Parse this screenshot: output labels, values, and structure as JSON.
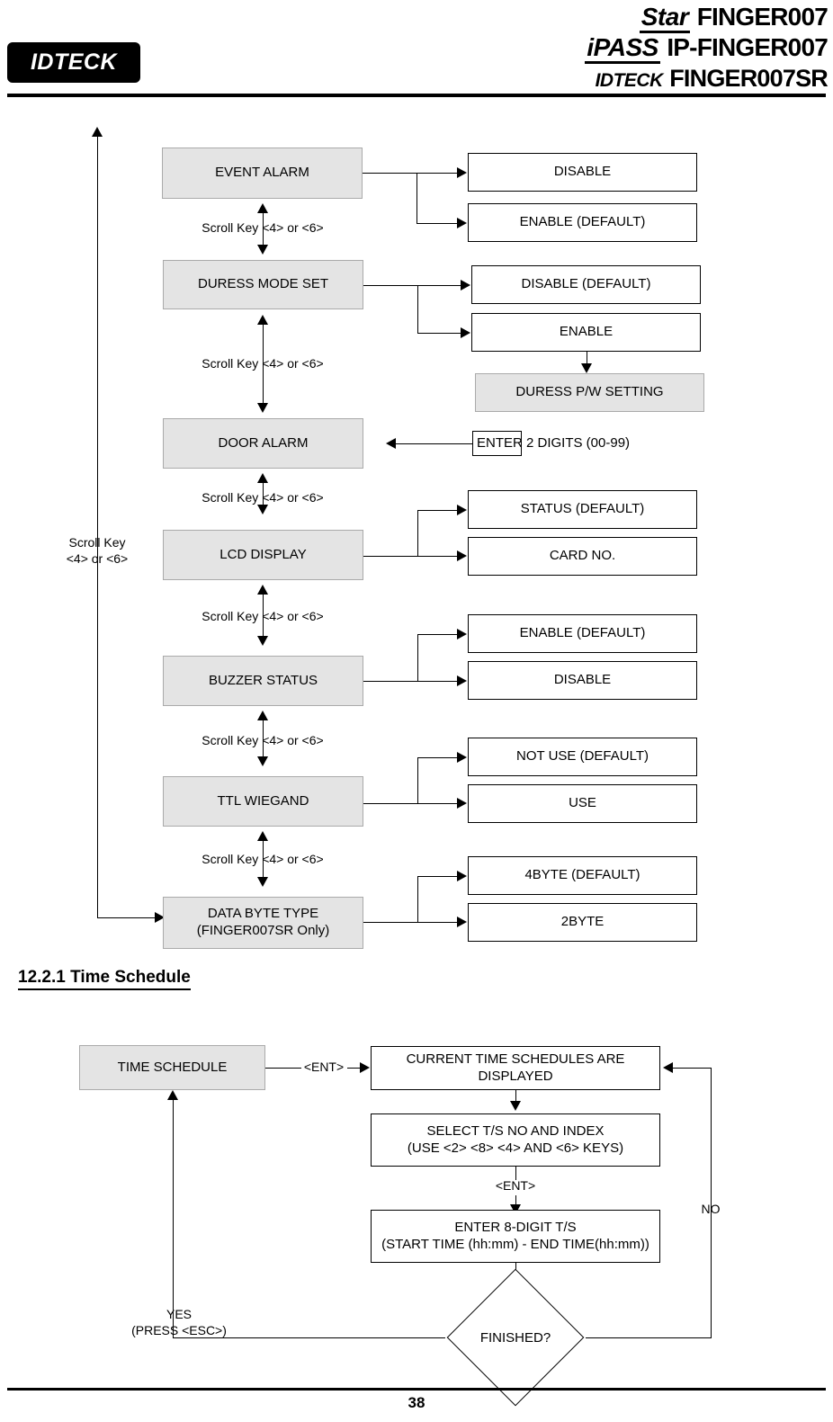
{
  "header": {
    "logo_text": "IDTECK",
    "product_lines": [
      {
        "brand": "Star",
        "model": "FINGER007"
      },
      {
        "brand": "iPASS",
        "model": "IP-FINGER007"
      },
      {
        "brand": "IDTECK",
        "model": "FINGER007SR"
      }
    ]
  },
  "menu_flow": {
    "scroll_label": "Scroll Key <4> or <6>",
    "left_loop_label_line1": "Scroll Key",
    "left_loop_label_line2": "<4> or <6>",
    "menu_items": [
      {
        "label": "EVENT ALARM"
      },
      {
        "label": "DURESS MODE SET"
      },
      {
        "label": "DOOR ALARM"
      },
      {
        "label": "LCD DISPLAY"
      },
      {
        "label": "BUZZER STATUS"
      },
      {
        "label": "TTL WIEGAND"
      },
      {
        "label_line1": "DATA BYTE TYPE",
        "label_line2": "(FINGER007SR Only)"
      }
    ],
    "options": {
      "event_alarm": [
        "DISABLE",
        "ENABLE (DEFAULT)"
      ],
      "duress_mode": [
        "DISABLE (DEFAULT)",
        "ENABLE"
      ],
      "duress_pw": "DURESS P/W SETTING",
      "door_alarm": "ENTER 2 DIGITS (00-99)",
      "lcd_display": [
        "STATUS (DEFAULT)",
        "CARD NO."
      ],
      "buzzer": [
        "ENABLE (DEFAULT)",
        "DISABLE"
      ],
      "ttl_wiegand": [
        "NOT USE (DEFAULT)",
        "USE"
      ],
      "data_byte": [
        "4BYTE (DEFAULT)",
        "2BYTE"
      ]
    }
  },
  "section": {
    "heading": "12.2.1 Time Schedule"
  },
  "time_schedule_flow": {
    "start_box": "TIME SCHEDULE",
    "ent_label_1": "<ENT>",
    "ent_label_2": "<ENT>",
    "step1": "CURRENT TIME SCHEDULES ARE DISPLAYED",
    "step2_line1": "SELECT T/S NO AND INDEX",
    "step2_line2": "(USE <2> <8> <4> AND <6> KEYS)",
    "step3_line1": "ENTER 8-DIGIT T/S",
    "step3_line2": "(START TIME (hh:mm) - END TIME(hh:mm))",
    "decision": "FINISHED?",
    "yes_line1": "YES",
    "yes_line2": "(PRESS <ESC>)",
    "no_label": "NO"
  },
  "footer": {
    "page_number": "38"
  }
}
